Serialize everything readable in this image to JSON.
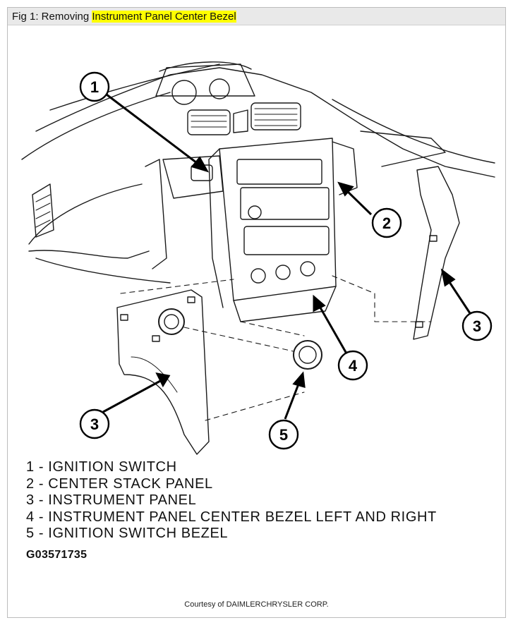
{
  "header": {
    "prefix": "Fig 1: Removing ",
    "highlight": "Instrument Panel Center Bezel"
  },
  "callouts": [
    "1",
    "2",
    "3",
    "3",
    "4",
    "5"
  ],
  "legend": [
    "1 - IGNITION SWITCH",
    "2 - CENTER STACK PANEL",
    "3 - INSTRUMENT PANEL",
    "4 - INSTRUMENT PANEL CENTER BEZEL LEFT AND RIGHT",
    "5 - IGNITION SWITCH BEZEL"
  ],
  "figure_code": "G03571735",
  "courtesy": "Courtesy of DAIMLERCHRYSLER CORP.",
  "colors": {
    "highlight": "#ffff00",
    "line": "#1a1a1a",
    "titlebar": "#e9e9e9"
  }
}
